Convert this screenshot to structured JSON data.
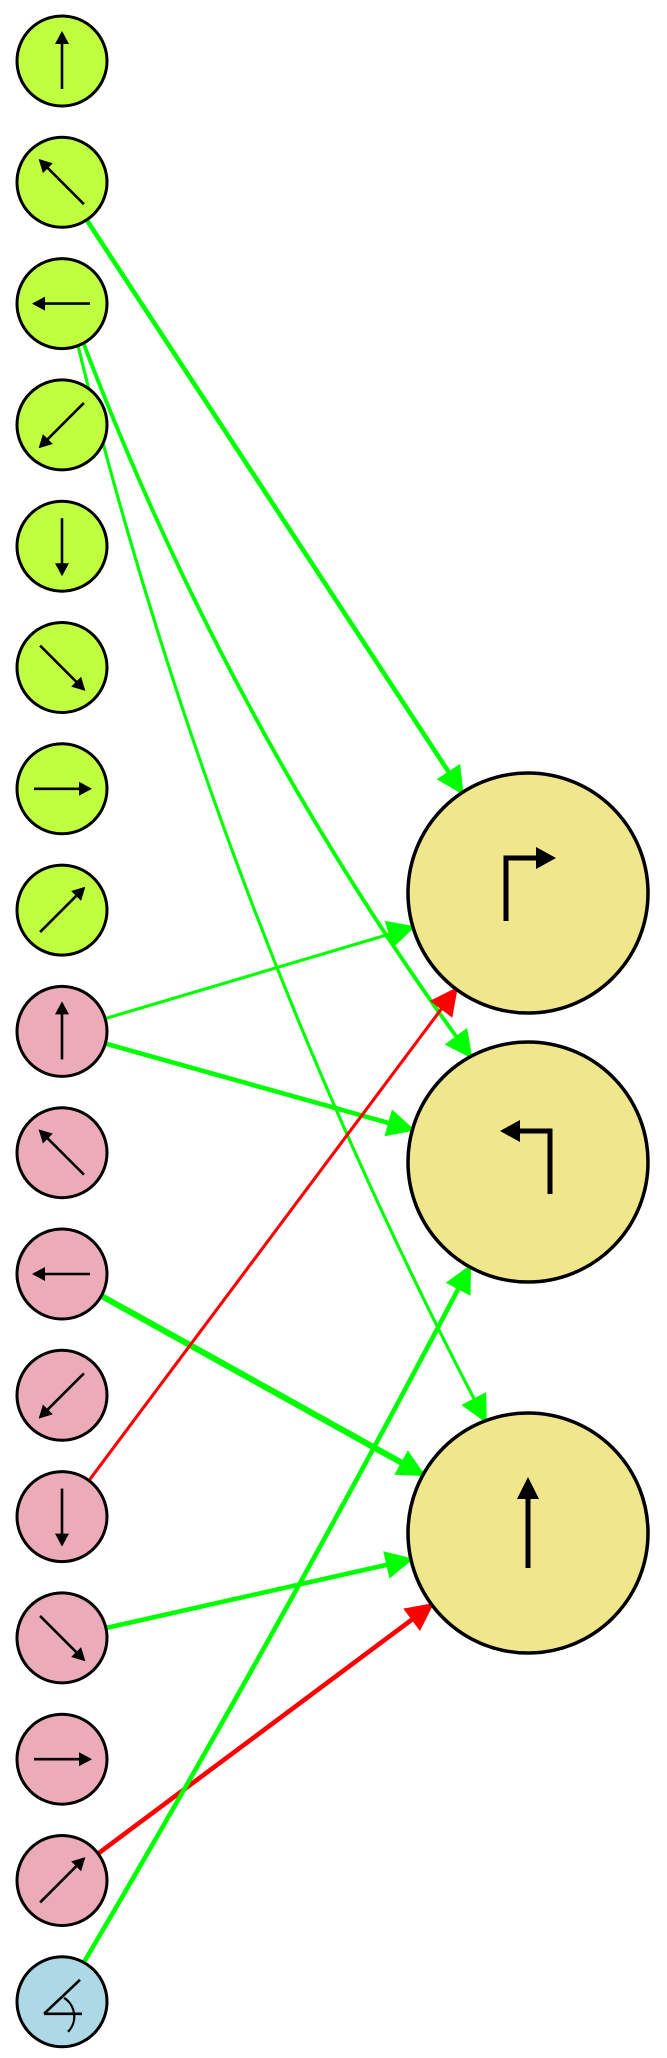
{
  "colors": {
    "background": "#ffffff",
    "stroke": "#000000",
    "input_group_a": "#bfff40",
    "input_group_b": "#ecabb8",
    "input_group_c": "#add8e6",
    "output": "#f0e68c",
    "excitatory": "#00ff00",
    "inhibitory": "#ff0000"
  },
  "inputs": [
    {
      "id": "a-up",
      "group": "a",
      "icon": "arrow-up-icon"
    },
    {
      "id": "a-up-left",
      "group": "a",
      "icon": "arrow-up-left-icon"
    },
    {
      "id": "a-left",
      "group": "a",
      "icon": "arrow-left-icon"
    },
    {
      "id": "a-down-left",
      "group": "a",
      "icon": "arrow-down-left-icon"
    },
    {
      "id": "a-down",
      "group": "a",
      "icon": "arrow-down-icon"
    },
    {
      "id": "a-down-right",
      "group": "a",
      "icon": "arrow-down-right-icon"
    },
    {
      "id": "a-right",
      "group": "a",
      "icon": "arrow-right-icon"
    },
    {
      "id": "a-up-right",
      "group": "a",
      "icon": "arrow-up-right-icon"
    },
    {
      "id": "b-up",
      "group": "b",
      "icon": "arrow-up-icon"
    },
    {
      "id": "b-up-left",
      "group": "b",
      "icon": "arrow-up-left-icon"
    },
    {
      "id": "b-left",
      "group": "b",
      "icon": "arrow-left-icon"
    },
    {
      "id": "b-down-left",
      "group": "b",
      "icon": "arrow-down-left-icon"
    },
    {
      "id": "b-down",
      "group": "b",
      "icon": "arrow-down-icon"
    },
    {
      "id": "b-down-right",
      "group": "b",
      "icon": "arrow-down-right-icon"
    },
    {
      "id": "b-right",
      "group": "b",
      "icon": "arrow-right-icon"
    },
    {
      "id": "b-up-right",
      "group": "b",
      "icon": "arrow-up-right-icon"
    },
    {
      "id": "c-angle",
      "group": "c",
      "icon": "angle-icon"
    }
  ],
  "outputs": [
    {
      "id": "turn-right",
      "icon": "turn-right-icon"
    },
    {
      "id": "turn-left",
      "icon": "turn-left-icon"
    },
    {
      "id": "forward",
      "icon": "forward-arrow-icon"
    }
  ],
  "edges": [
    {
      "from": "a-up-left",
      "to": "turn-right",
      "sign": "excitatory",
      "weight": 2
    },
    {
      "from": "a-left",
      "to": "turn-left",
      "sign": "excitatory",
      "weight": 1.5
    },
    {
      "from": "a-left",
      "to": "forward",
      "sign": "excitatory",
      "weight": 1
    },
    {
      "from": "b-up",
      "to": "turn-right",
      "sign": "excitatory",
      "weight": 1
    },
    {
      "from": "b-up",
      "to": "turn-left",
      "sign": "excitatory",
      "weight": 2
    },
    {
      "from": "b-left",
      "to": "forward",
      "sign": "excitatory",
      "weight": 3
    },
    {
      "from": "b-down",
      "to": "turn-right",
      "sign": "inhibitory",
      "weight": 1
    },
    {
      "from": "b-down-right",
      "to": "forward",
      "sign": "excitatory",
      "weight": 2
    },
    {
      "from": "b-up-right",
      "to": "forward",
      "sign": "inhibitory",
      "weight": 2
    },
    {
      "from": "c-angle",
      "to": "turn-left",
      "sign": "excitatory",
      "weight": 2
    }
  ]
}
